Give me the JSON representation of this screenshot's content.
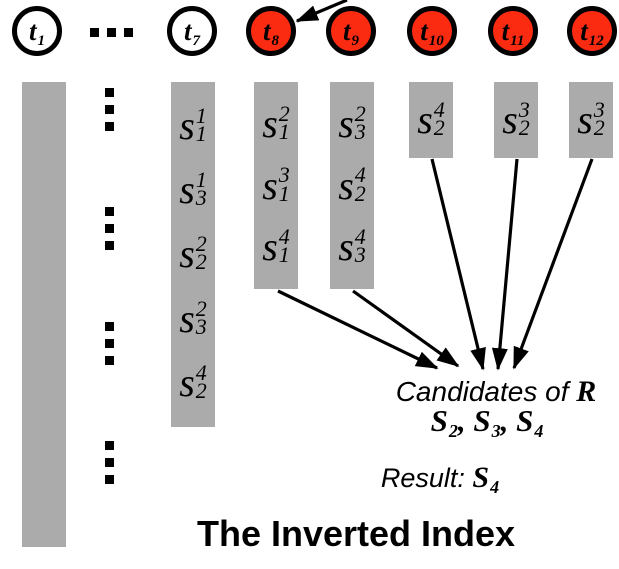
{
  "title": "The Inverted Index",
  "colors": {
    "node_active_fill": "#fb2b12",
    "node_inactive_fill": "#ffffff",
    "column_gray": "#ababab",
    "ink": "#000000"
  },
  "nodes": [
    {
      "base": "t",
      "sub": "1",
      "state": "inactive"
    },
    {
      "base": "t",
      "sub": "7",
      "state": "inactive"
    },
    {
      "base": "t",
      "sub": "8",
      "state": "active"
    },
    {
      "base": "t",
      "sub": "9",
      "state": "active"
    },
    {
      "base": "t",
      "sub": "10",
      "state": "active"
    },
    {
      "base": "t",
      "sub": "11",
      "state": "active"
    },
    {
      "base": "t",
      "sub": "12",
      "state": "active"
    }
  ],
  "columns": {
    "t7": {
      "entries": [
        {
          "base": "s",
          "sup": "1",
          "sub": "1"
        },
        {
          "base": "s",
          "sup": "1",
          "sub": "3"
        },
        {
          "base": "s",
          "sup": "2",
          "sub": "2"
        },
        {
          "base": "s",
          "sup": "2",
          "sub": "3"
        },
        {
          "base": "s",
          "sup": "4",
          "sub": "2"
        }
      ]
    },
    "t8": {
      "entries": [
        {
          "base": "s",
          "sup": "2",
          "sub": "1"
        },
        {
          "base": "s",
          "sup": "3",
          "sub": "1"
        },
        {
          "base": "s",
          "sup": "4",
          "sub": "1"
        }
      ]
    },
    "t9": {
      "entries": [
        {
          "base": "s",
          "sup": "2",
          "sub": "3"
        },
        {
          "base": "s",
          "sup": "4",
          "sub": "2"
        },
        {
          "base": "s",
          "sup": "4",
          "sub": "3"
        }
      ]
    },
    "t10": {
      "entries": [
        {
          "base": "s",
          "sup": "4",
          "sub": "2"
        }
      ]
    },
    "t11": {
      "entries": [
        {
          "base": "s",
          "sup": "3",
          "sub": "2"
        }
      ]
    },
    "t12": {
      "entries": [
        {
          "base": "s",
          "sup": "3",
          "sub": "2"
        }
      ]
    }
  },
  "annotations": {
    "candidates_prefix": "Candidates of ",
    "relation": "R",
    "sets": [
      {
        "base": "S",
        "sub": "2"
      },
      {
        "base": "S",
        "sub": "3"
      },
      {
        "base": "S",
        "sub": "4"
      }
    ],
    "separator": ", ",
    "result_prefix": "Result: ",
    "result": {
      "base": "S",
      "sub": "4"
    }
  }
}
